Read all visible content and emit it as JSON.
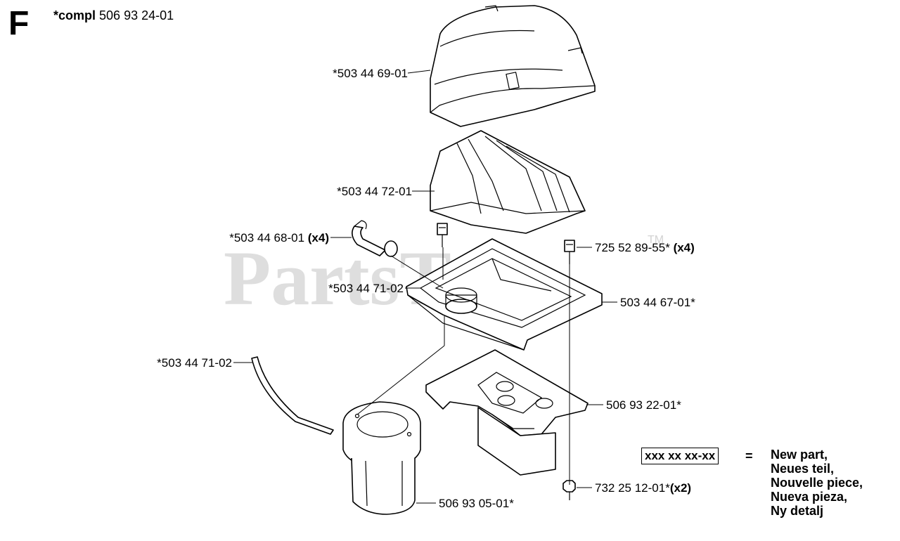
{
  "section": {
    "letter": "F"
  },
  "assembly": {
    "prefix": "*compl",
    "number": "506 93 24-01"
  },
  "watermark": {
    "text": "PartsTree",
    "tm": "TM"
  },
  "callouts": [
    {
      "id": "cover",
      "number": "*503 44 69-01",
      "qty": ""
    },
    {
      "id": "filter",
      "number": "*503 44 72-01",
      "qty": ""
    },
    {
      "id": "clip",
      "number": "*503 44 68-01",
      "qty": "(x4)"
    },
    {
      "id": "screw-top",
      "number": "725 52 89-55*",
      "qty": "(x4)"
    },
    {
      "id": "seal-inner",
      "number": "*503 44 71-02",
      "qty": ""
    },
    {
      "id": "housing",
      "number": "503 44 67-01*",
      "qty": ""
    },
    {
      "id": "seal-outer",
      "number": "*503 44 71-02",
      "qty": ""
    },
    {
      "id": "plate",
      "number": "506 93 22-01*",
      "qty": ""
    },
    {
      "id": "nut",
      "number": "732 25 12-01*",
      "qty": "(x2)"
    },
    {
      "id": "prefilter",
      "number": "506 93 05-01*",
      "qty": ""
    }
  ],
  "legend": {
    "code": "xxx xx xx-xx",
    "equals": "=",
    "lines": [
      "New part,",
      "Neues teil,",
      "Nouvelle piece,",
      "Nueva pieza,",
      "Ny detalj"
    ]
  }
}
